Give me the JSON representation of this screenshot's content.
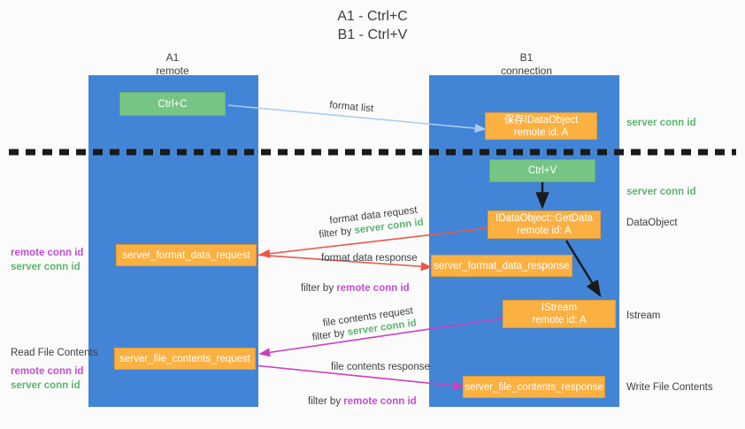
{
  "title": "A1 - Ctrl+C\nB1 - Ctrl+V",
  "colors": {
    "lane": "#4285d6",
    "orange": "#fbb042",
    "green_box": "#76c584",
    "server_conn_id": "#5cb46f",
    "remote_conn_id": "#c04fd0",
    "arrow_red": "#e8594a",
    "arrow_magenta": "#cc3fc0",
    "arrow_lightblue": "#aacdf0",
    "arrow_black": "#1a1a1a",
    "background": "#fbfbfb"
  },
  "columns": [
    {
      "name": "A1",
      "sub": "remote",
      "header": "A1\nremote"
    },
    {
      "name": "B1",
      "sub": "connection",
      "header": "B1\nconnection"
    }
  ],
  "boxes": {
    "ctrl_c": "Ctrl+C",
    "ctrl_v": "Ctrl+V",
    "idataobject": "保存IDataObject\nremote id: A",
    "getdata": "IDataObject::GetData\nremote id: A",
    "istream": "IStream\nremote id: A",
    "server_format_data_request": "server_format_data_request",
    "server_format_data_response": "server_format_data_response",
    "server_file_contents_request": "server_file_contents_request",
    "server_file_contents_response": "server_file_contents_response"
  },
  "right_labels": {
    "server_conn_id_top": "server conn id",
    "server_conn_id_mid": "server conn id",
    "dataobject": "DataObject",
    "istream": "Istream",
    "write_file_contents": "Write File Contents"
  },
  "left_labels": {
    "format_block": {
      "remote": "remote conn id",
      "server": "server conn id"
    },
    "read_file_contents": "Read File Contents",
    "file_block": {
      "remote": "remote conn id",
      "server": "server conn id"
    }
  },
  "edge_labels": {
    "format_list": "format list",
    "format_data_request": "format data request",
    "format_data_request_filter_prefix": "filter by ",
    "format_data_request_filter_value": "server conn id",
    "format_data_response": "format data response",
    "format_data_response_filter_prefix": "filter by ",
    "format_data_response_filter_value": "remote conn id",
    "file_contents_request": "file contents request",
    "file_contents_request_filter_prefix": "filter by ",
    "file_contents_request_filter_value": "server conn id",
    "file_contents_response": "file contents response",
    "file_contents_response_filter_prefix": "filter by ",
    "file_contents_response_filter_value": "remote conn id"
  }
}
